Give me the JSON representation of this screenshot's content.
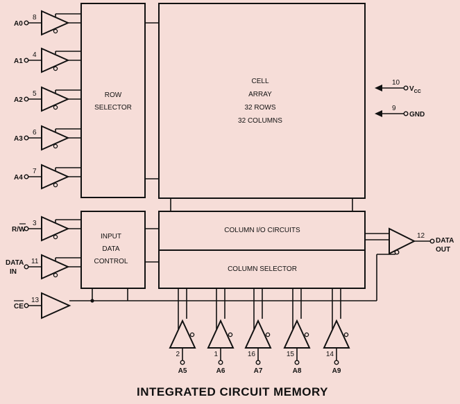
{
  "title": "INTEGRATED CIRCUIT MEMORY",
  "blocks": {
    "row_selector": [
      "ROW",
      "SELECTOR"
    ],
    "cell_array": [
      "CELL",
      "ARRAY",
      "32 ROWS",
      "32 COLUMNS"
    ],
    "input_data_control": [
      "INPUT",
      "DATA",
      "CONTROL"
    ],
    "column_io": "COLUMN I/O CIRCUITS",
    "column_selector": "COLUMN SELECTOR"
  },
  "address_inputs": [
    {
      "name": "A0",
      "pin": "8"
    },
    {
      "name": "A1",
      "pin": "4"
    },
    {
      "name": "A2",
      "pin": "5"
    },
    {
      "name": "A3",
      "pin": "6"
    },
    {
      "name": "A4",
      "pin": "7"
    }
  ],
  "control_inputs": {
    "rw": {
      "name": "R/W",
      "pin": "3"
    },
    "data_in": {
      "name": [
        "DATA",
        "IN"
      ],
      "pin": "11"
    },
    "ce": {
      "name": "CE",
      "pin": "13"
    }
  },
  "column_address_inputs": [
    {
      "name": "A5",
      "pin": "2"
    },
    {
      "name": "A6",
      "pin": "1"
    },
    {
      "name": "A7",
      "pin": "16"
    },
    {
      "name": "A8",
      "pin": "15"
    },
    {
      "name": "A9",
      "pin": "14"
    }
  ],
  "power": {
    "vcc": {
      "name": "V",
      "sub": "CC",
      "pin": "10"
    },
    "gnd": {
      "name": "GND",
      "pin": "9"
    }
  },
  "data_out": {
    "name": [
      "DATA",
      "OUT"
    ],
    "pin": "12"
  }
}
